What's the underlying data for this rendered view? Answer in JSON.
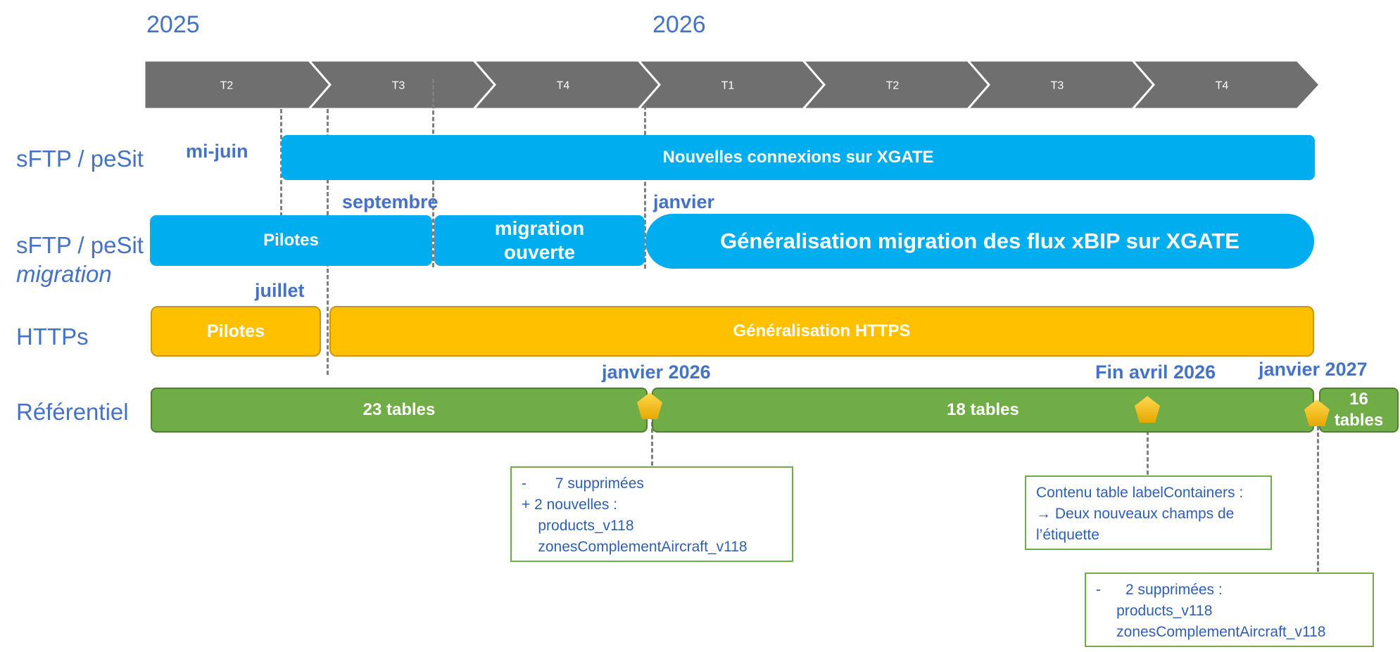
{
  "years": {
    "y2025": "2025",
    "y2026": "2026"
  },
  "quarters": [
    "T2",
    "T3",
    "T4",
    "T1",
    "T2",
    "T3",
    "T4"
  ],
  "rows": {
    "sftp": "sFTP / peSit",
    "sftp_migration": "sFTP / peSit",
    "sftp_migration_sub": "migration",
    "https": "HTTPs",
    "ref": "Référentiel"
  },
  "markers": {
    "mi_juin": "mi-juin",
    "septembre": "septembre",
    "janvier": "janvier",
    "juillet": "juillet",
    "janvier_2026": "janvier 2026",
    "fin_avril_2026": "Fin avril 2026",
    "janvier_2027": "janvier 2027"
  },
  "bars": {
    "nouvelles_connexions": "Nouvelles connexions sur XGATE",
    "pilotes_sftp": "Pilotes",
    "migration_ouverte": "migration ouverte",
    "generalisation_migration": "Généralisation migration des flux xBIP sur XGATE",
    "pilotes_https": "Pilotes",
    "generalisation_https": "Généralisation HTTPS",
    "tables_23": "23 tables",
    "tables_18": "18 tables",
    "tables_16": "16 tables"
  },
  "notes": {
    "note1": [
      "-       7 supprimées",
      "+ 2 nouvelles :",
      "    products_v118",
      "    zonesComplementAircraft_v118"
    ],
    "note2": [
      "Contenu table labelContainers :",
      "→ Deux nouveaux champs de",
      "l’étiquette"
    ],
    "note3": [
      "-      2 supprimées :",
      "     products_v118",
      "     zonesComplementAircraft_v118"
    ]
  },
  "colors": {
    "chevron": "#6F6F6F",
    "blue_bar": "#00AEEF",
    "orange_bar": "#FFC000",
    "green_bar": "#70AD47",
    "label_text": "#4472C4",
    "milestone": "#FFC000"
  }
}
